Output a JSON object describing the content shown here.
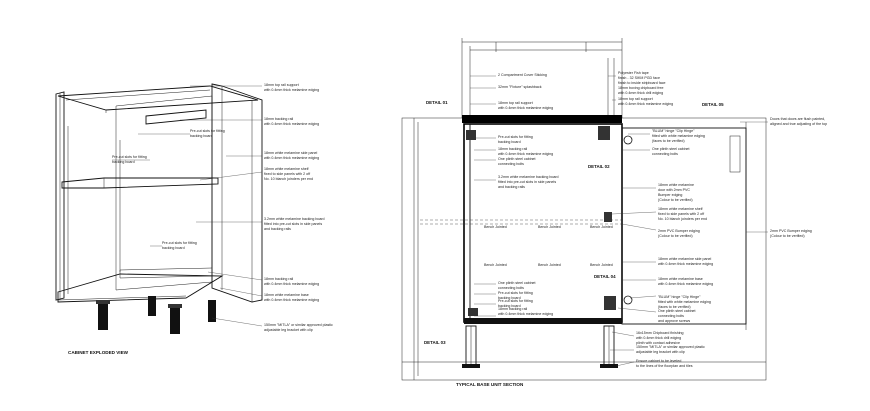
{
  "views": {
    "exploded_title": "CABINET EXPLODED VIEW",
    "section_title": "TYPICAL BASE UNIT SECTION"
  },
  "detail_labels": [
    "DETAIL 01",
    "DETAIL 02",
    "DETAIL 03",
    "DETAIL 04",
    "DETAIL 05"
  ],
  "exploded_notes": [
    {
      "lines": [
        "18mm top rail support",
        "with 0.4mm thick melamine edging"
      ]
    },
    {
      "lines": [
        "18mm backing rail",
        "with 0.4mm thick melamine edging"
      ]
    },
    {
      "lines": [
        "Pre-cut slots for fitting",
        "backing board"
      ]
    },
    {
      "lines": [
        "Pre-cut slots for fitting",
        "backing board"
      ]
    },
    {
      "lines": [
        "18mm white melamine side panel",
        "with 0.4mm thick melamine edging"
      ]
    },
    {
      "lines": [
        "18mm white melamine shelf",
        "fixed to side panels with 2 off",
        "No. 10 blanch joinders per end"
      ]
    },
    {
      "lines": [
        "3.2mm white melamine backing board",
        "fitted into pre-cut slots in side panels",
        "and backing rails"
      ]
    },
    {
      "lines": [
        "Pre-cut slots for fitting",
        "backing board"
      ]
    },
    {
      "lines": [
        "18mm backing rail",
        "with 0.4mm thick melamine edging"
      ]
    },
    {
      "lines": [
        "18mm white melamine base",
        "with 0.4mm thick melamine edging"
      ]
    },
    {
      "lines": [
        "150mm \"MITLA\" or similar approved plastic",
        "adjustable leg bracket with clip"
      ]
    }
  ],
  "section_notes_top": [
    {
      "lines": [
        "2 Compartment Cover Sticking"
      ]
    },
    {
      "lines": [
        "32mm \"Fixture\" splashback"
      ]
    },
    {
      "lines": [
        "18mm top rail support",
        "with 0.4mm thick melamine edging"
      ]
    },
    {
      "lines": [
        "Pre-cut slots for fitting",
        "backing board"
      ]
    },
    {
      "lines": [
        "18mm backing rail",
        "with 0.4mm thick melamine edging"
      ]
    },
    {
      "lines": [
        "One plinth steel cabinet",
        "connecting bolts"
      ]
    },
    {
      "lines": [
        "3.2mm white melamine backing board",
        "fitted into pre-cut slots in side panels",
        "and backing rails"
      ]
    },
    {
      "lines": [
        "Pre-cut slots for fitting",
        "backing board"
      ]
    },
    {
      "lines": [
        "18mm backing rail",
        "with 0.4mm thick melamine edging"
      ]
    },
    {
      "lines": [
        "One plinth steel cabinet",
        "connecting bolts"
      ]
    },
    {
      "lines": [
        "Pre-cut slots for fitting",
        "backing board"
      ]
    }
  ],
  "section_notes_right": [
    {
      "lines": [
        "Polyester Fish tape",
        "finish - 32 SIKM PGD face",
        "finish to inside stripboard face",
        "18mm boxing chipboard free",
        "with 0.4mm thick drill edging"
      ]
    },
    {
      "lines": [
        "18mm top rail support",
        "with 0.4mm thick melamine edging"
      ]
    },
    {
      "lines": [
        "\"BLUM\" hinge \"Clip Hinge\"",
        "fitted with white melamine edging",
        "(faces to be verified)"
      ]
    },
    {
      "lines": [
        "One plinth steel cabinet",
        "connecting bolts"
      ]
    },
    {
      "lines": [
        "18mm white melamine",
        "door with 2mm PVC",
        "Bumper edging",
        "(Colour to be verified)"
      ]
    },
    {
      "lines": [
        "18mm white melamine shelf",
        "fixed to side panels with 2 off",
        "No. 10 blanch joinders per end"
      ]
    },
    {
      "lines": [
        "2mm PVC Bumper edging",
        "(Colour to be verified)"
      ]
    },
    {
      "lines": [
        "18mm white melamine side panel",
        "with 0.4mm thick melamine edging"
      ]
    },
    {
      "lines": [
        "18mm white melamine base",
        "with 0.4mm thick melamine edging"
      ]
    },
    {
      "lines": [
        "\"BLUM\" hinge \"Clip Hinge\"",
        "fitted with white melamine edging",
        "(faces to be verified)"
      ]
    },
    {
      "lines": [
        "One plinth steel cabinet",
        "connecting bolts",
        "and approve screws"
      ]
    },
    {
      "lines": [
        "Doors that doors are flush painted,",
        "aligned and true adjusting of the top"
      ]
    },
    {
      "lines": [
        "2mm PVC Bumper edging",
        "(Colour to be verified)"
      ]
    },
    {
      "lines": [
        "16x15mm Chipboard finishing",
        "with 0.4mm thick drill edging",
        "plinth with contact adhesive"
      ]
    },
    {
      "lines": [
        "150mm \"MITLA\" or similar approved plastic",
        "adjustable leg bracket with clip"
      ]
    },
    {
      "lines": [
        "Ensure cabinet to be leveled",
        "to the lines of the floorplan and tiles"
      ]
    }
  ],
  "joint_labels": [
    "Bench Jointed",
    "Bench Jointed",
    "Bench Jointed",
    "Bench Jointed",
    "Bench Jointed",
    "Bench Jointed"
  ]
}
